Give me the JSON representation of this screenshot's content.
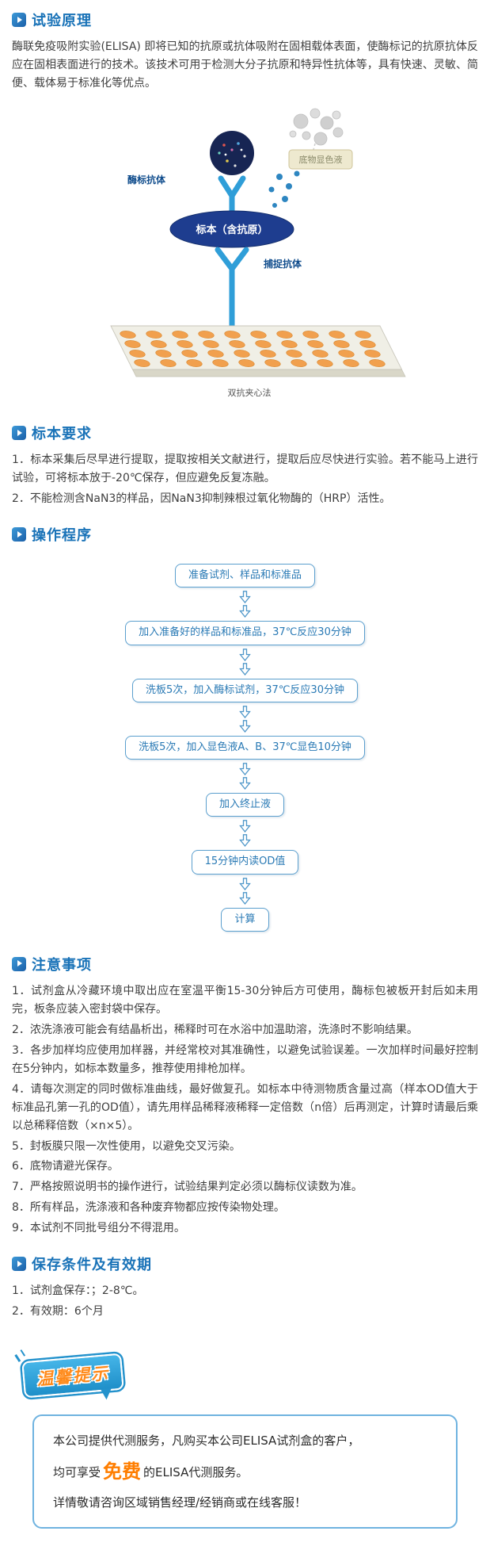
{
  "colors": {
    "heading_blue": "#1a73b8",
    "flow_blue": "#5b9fce",
    "highlight_orange": "#ff7e00",
    "banner_blue": "#2492cc",
    "well_orange": "#f1a04e"
  },
  "principle": {
    "title": "试验原理",
    "body": "酶联免疫吸附实验(ELISA) 即将已知的抗原或抗体吸附在固相载体表面，使酶标记的抗原抗体反应在固相表面进行的技术。该技术可用于检测大分子抗原和特异性抗体等，具有快速、灵敏、简便、载体易于标准化等优点。"
  },
  "diagram": {
    "enzyme_antibody_label": "酶标抗体",
    "substrate_label": "底物显色液",
    "specimen_label": "标本（含抗原）",
    "capture_antibody_label": "捕捉抗体",
    "caption": "双抗夹心法"
  },
  "specimen": {
    "title": "标本要求",
    "items": [
      "1．标本采集后尽早进行提取，提取按相关文献进行，提取后应尽快进行实验。若不能马上进行试验，可将标本放于-20℃保存，但应避免反复冻融。",
      "2．不能检测含NaN3的样品，因NaN3抑制辣根过氧化物酶的（HRP）活性。"
    ]
  },
  "procedure": {
    "title": "操作程序",
    "steps": [
      "准备试剂、样品和标准品",
      "加入准备好的样品和标准品，37℃反应30分钟",
      "洗板5次，加入酶标试剂，37℃反应30分钟",
      "洗板5次，加入显色液A、B、37℃显色10分钟",
      "加入终止液",
      "15分钟内读OD值",
      "计算"
    ]
  },
  "notes": {
    "title": "注意事项",
    "items": [
      "1．试剂盒从冷藏环境中取出应在室温平衡15-30分钟后方可使用，酶标包被板开封后如未用完，板条应装入密封袋中保存。",
      "2．浓洗涤液可能会有结晶析出，稀释时可在水浴中加温助溶，洗涤时不影响结果。",
      "3．各步加样均应使用加样器，并经常校对其准确性，以避免试验误差。一次加样时间最好控制在5分钟内，如标本数量多，推荐使用排枪加样。",
      "4．请每次测定的同时做标准曲线，最好做复孔。如标本中待测物质含量过高（样本OD值大于标准品孔第一孔的OD值），请先用样品稀释液稀释一定倍数（n倍）后再测定，计算时请最后乘以总稀释倍数（×n×5）。",
      "5．封板膜只限一次性使用，以避免交叉污染。",
      "6．底物请避光保存。",
      "7．严格按照说明书的操作进行，试验结果判定必须以酶标仪读数为准。",
      "8．所有样品，洗涤液和各种废弃物都应按传染物处理。",
      "9．本试剂不同批号组分不得混用。"
    ]
  },
  "storage": {
    "title": "保存条件及有效期",
    "items": [
      "1．试剂盒保存：；2-8℃。",
      "2．有效期：6个月"
    ]
  },
  "promo": {
    "banner": "温馨提示",
    "line1": "本公司提供代测服务，凡购买本公司ELISA试剂盒的客户，",
    "line2_prefix": "均可享受",
    "line2_highlight": "免费",
    "line2_suffix": "的ELISA代测服务。",
    "line3": "详情敬请咨询区域销售经理/经销商或在线客服！"
  }
}
